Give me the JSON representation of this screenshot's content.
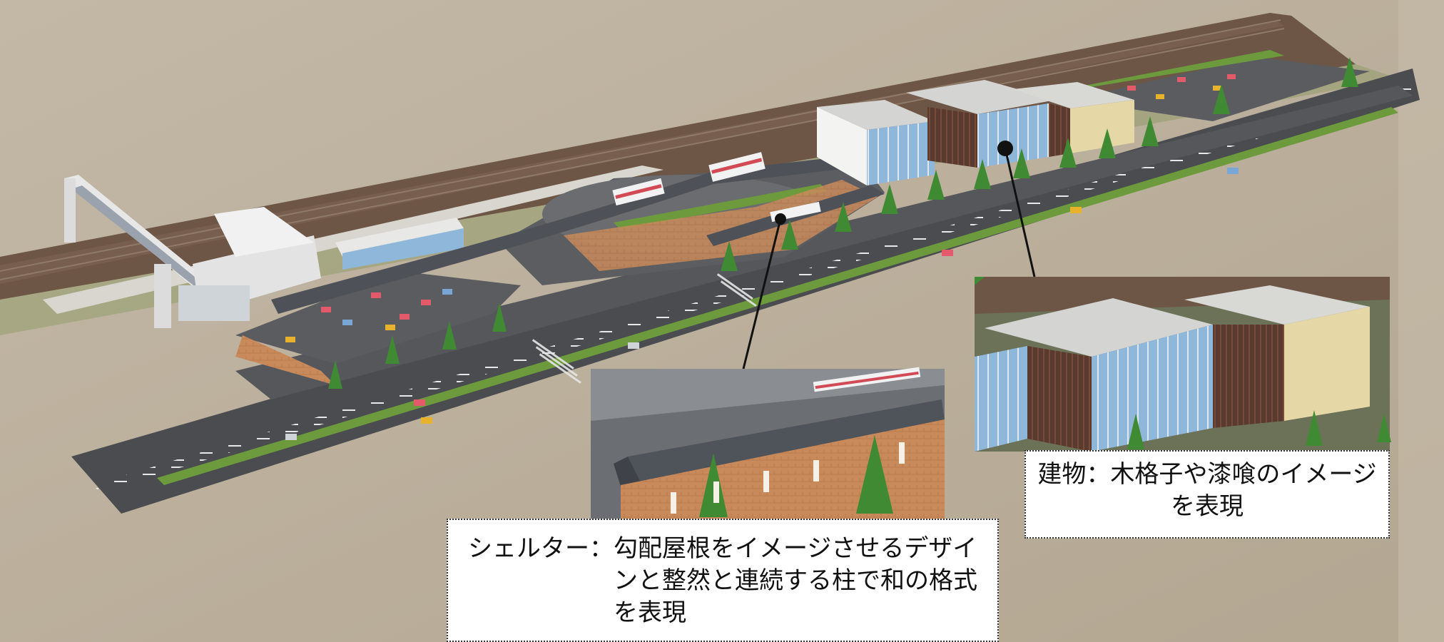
{
  "callouts": {
    "shelter": {
      "heading": "シェルター：",
      "text": "勾配屋根をイメージさせるデザインと整然と連続する柱で和の格式を表現"
    },
    "building": {
      "text": "建物：木格子や漆喰のイメージを表現"
    }
  },
  "colors": {
    "background": "#bdb19f",
    "road": "#4a4c50",
    "paving": "#c98a5b",
    "grass": "#6c9a3c",
    "rail": "#6b5344",
    "building_roof": "#d4d4d2",
    "building_wall_wood": "#5a3a2e",
    "building_glass": "#8ab4d8"
  }
}
